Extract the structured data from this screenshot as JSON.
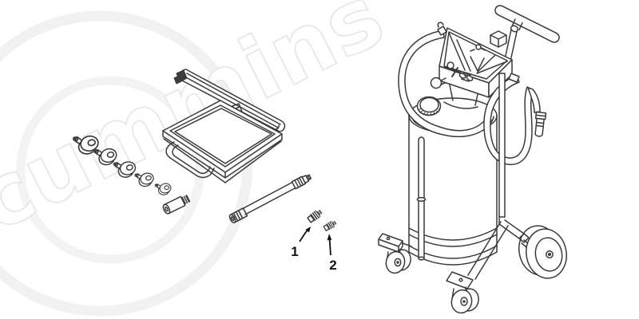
{
  "figure": {
    "type": "parts-diagram",
    "background": "#ffffff",
    "line_color": "#3a3a3a",
    "dark_fill": "#3d3d3d",
    "callout_color": "#111111",
    "watermark": {
      "text": "cummins",
      "stroke": "#e9e9e9",
      "circle": "#f1f1f1"
    },
    "callouts": [
      {
        "label": "1",
        "target": "plug-fitting-1"
      },
      {
        "label": "2",
        "target": "plug-fitting-2"
      }
    ],
    "parts": [
      {
        "name": "drain-pan"
      },
      {
        "name": "spout-tube"
      },
      {
        "name": "round-adapter-1"
      },
      {
        "name": "round-adapter-2"
      },
      {
        "name": "round-adapter-3"
      },
      {
        "name": "round-adapter-4"
      },
      {
        "name": "round-adapter-5"
      },
      {
        "name": "cylinder-adapter"
      },
      {
        "name": "drain-hose"
      },
      {
        "name": "plug-fitting-1"
      },
      {
        "name": "plug-fitting-2"
      },
      {
        "name": "waste-oil-drainer-unit"
      }
    ]
  }
}
